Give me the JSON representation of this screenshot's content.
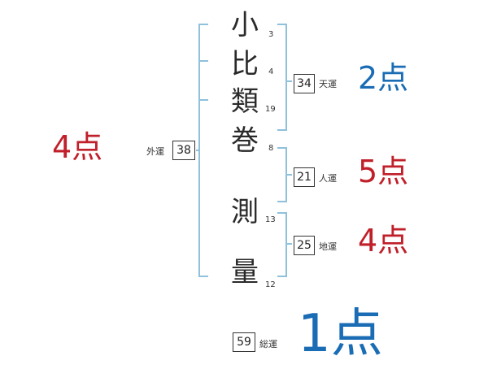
{
  "colors": {
    "bracket": "#8fc0dc",
    "good": "#1a6cb5",
    "bad": "#c0202a"
  },
  "name": {
    "chars": [
      {
        "char": "小",
        "strokes": "3"
      },
      {
        "char": "比",
        "strokes": "4"
      },
      {
        "char": "類",
        "strokes": "19"
      },
      {
        "char": "巻",
        "strokes": "8"
      },
      {
        "char": "測",
        "strokes": "13"
      },
      {
        "char": "量",
        "strokes": "12"
      }
    ]
  },
  "fortunes": {
    "ten": {
      "value": "34",
      "label": "天運",
      "score": "2点"
    },
    "jin": {
      "value": "21",
      "label": "人運",
      "score": "5点"
    },
    "chi": {
      "value": "25",
      "label": "地運",
      "score": "4点"
    },
    "gai": {
      "value": "38",
      "label": "外運",
      "score": "4点"
    },
    "so": {
      "value": "59",
      "label": "総運",
      "score": "1点"
    }
  }
}
